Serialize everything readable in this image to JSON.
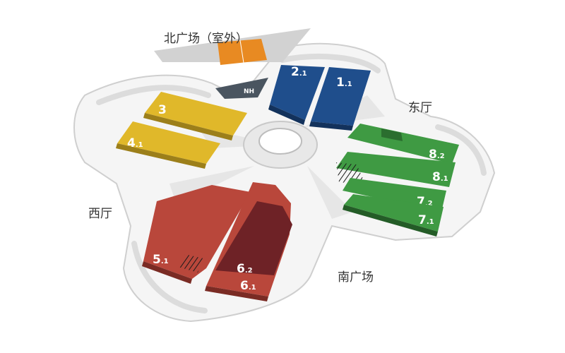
{
  "areas": {
    "north_plaza": "北广场（室外）",
    "east_hall": "东厅",
    "west_hall": "西厅",
    "south_plaza": "南广场"
  },
  "halls": {
    "h1": {
      "num": "1",
      "sub": ".1"
    },
    "h2": {
      "num": "2",
      "sub": ".1"
    },
    "h3": {
      "num": "3",
      "sub": ""
    },
    "h4": {
      "num": "4",
      "sub": ".1"
    },
    "h5": {
      "num": "5",
      "sub": ".1"
    },
    "h6_2": {
      "num": "6",
      "sub": ".2"
    },
    "h6_1": {
      "num": "6",
      "sub": ".1"
    },
    "h7_1": {
      "num": "7",
      "sub": ".1"
    },
    "h7_2": {
      "num": "7",
      "sub": ".2"
    },
    "h8_1": {
      "num": "8",
      "sub": ".1"
    },
    "h8_2": {
      "num": "8",
      "sub": ".2"
    },
    "nh": {
      "num": "NH",
      "sub": ""
    }
  },
  "colors": {
    "blue": "#1f4e8c",
    "yellow": "#e0b82a",
    "red": "#b9473b",
    "dark_red": "#6e2226",
    "green": "#3f9a43",
    "orange": "#e88a22",
    "gray": "#4a5560",
    "outline": "#d8d8d8"
  }
}
